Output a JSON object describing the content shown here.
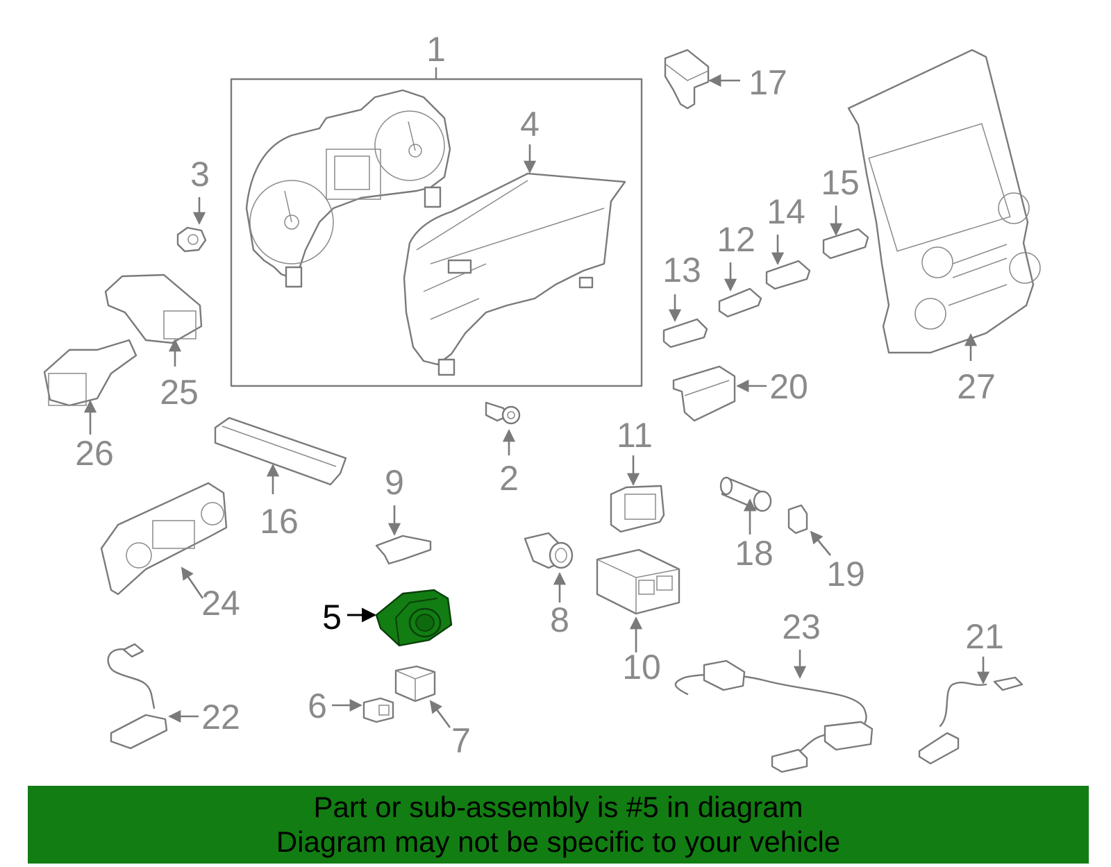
{
  "callouts": {
    "c1": "1",
    "c2": "2",
    "c3": "3",
    "c4": "4",
    "c5": "5",
    "c6": "6",
    "c7": "7",
    "c8": "8",
    "c9": "9",
    "c10": "10",
    "c11": "11",
    "c12": "12",
    "c13": "13",
    "c14": "14",
    "c15": "15",
    "c16": "16",
    "c17": "17",
    "c18": "18",
    "c19": "19",
    "c20": "20",
    "c21": "21",
    "c22": "22",
    "c23": "23",
    "c24": "24",
    "c25": "25",
    "c26": "26",
    "c27": "27"
  },
  "highlight": {
    "part_number": "5",
    "color": "#127d12"
  },
  "banner": {
    "line1": "Part or sub-assembly is #5 in diagram",
    "line2": "Diagram may not be specific to your vehicle",
    "background": "#127d12"
  }
}
